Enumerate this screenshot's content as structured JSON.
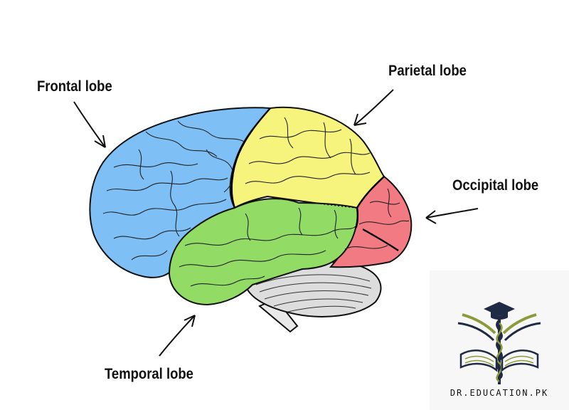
{
  "labels": {
    "frontal": "Frontal lobe",
    "parietal": "Parietal lobe",
    "occipital": "Occipital lobe",
    "temporal": "Temporal lobe"
  },
  "logo": {
    "text": "DR.EDUCATION.PK"
  },
  "colors": {
    "frontal": "#7ec0f5",
    "parietal": "#f6f47d",
    "occipital": "#f27a82",
    "temporal": "#92dc66",
    "cerebellum": "#dddddd",
    "logo_navy": "#1f2a44",
    "logo_olive": "#8c9a3c"
  }
}
